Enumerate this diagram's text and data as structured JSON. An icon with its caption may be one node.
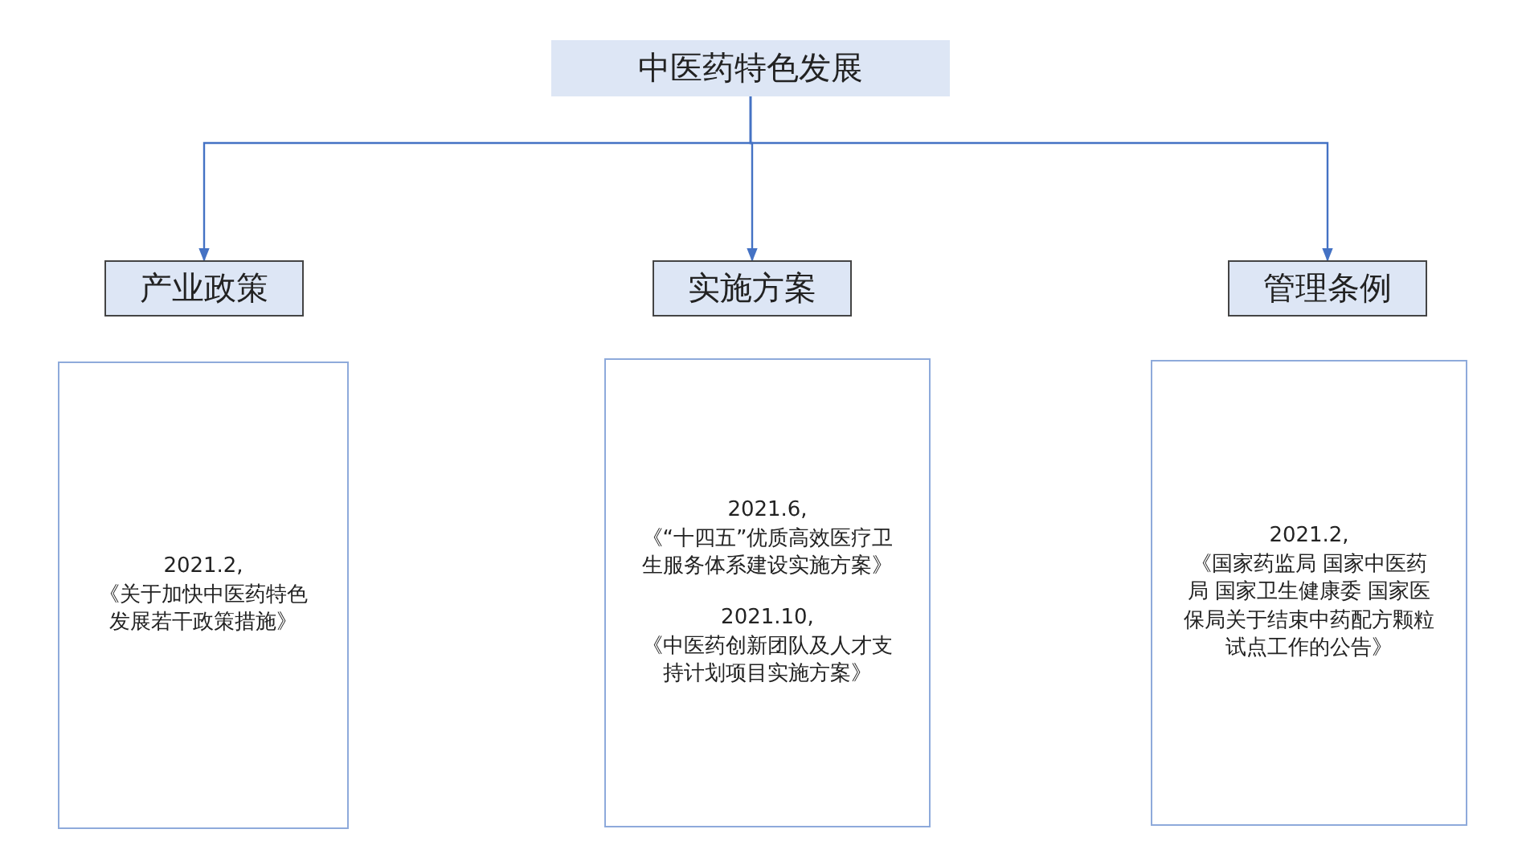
{
  "diagram": {
    "nodes": [
      {
        "text": [
          "中医药特色发展"
        ]
      },
      {
        "text": [
          "产业政策"
        ]
      },
      {
        "text": [
          "实施方案"
        ]
      },
      {
        "text": [
          "管理条例"
        ]
      },
      {
        "text": [
          "2021.2,",
          "《关于加快中医药特色发展若干政策措施》"
        ]
      },
      {
        "text": [
          "2021.6,",
          "《“十四五”优质高效医疗卫生服务体系建设实施方案》",
          "2021.10,",
          "《中医药创新团队及人才支持计划项目实施方案》"
        ]
      },
      {
        "text": [
          "2021.2,",
          "《国家药监局 国家中医药局 国家卫生健康委 国家医保局关于结束中药配方颗粒试点工作的公告》"
        ]
      }
    ],
    "edges": [
      {
        "from": 0,
        "to": 1,
        "arrow": "to"
      },
      {
        "from": 0,
        "to": 2,
        "arrow": "to"
      },
      {
        "from": 0,
        "to": 3,
        "arrow": "to"
      }
    ]
  }
}
